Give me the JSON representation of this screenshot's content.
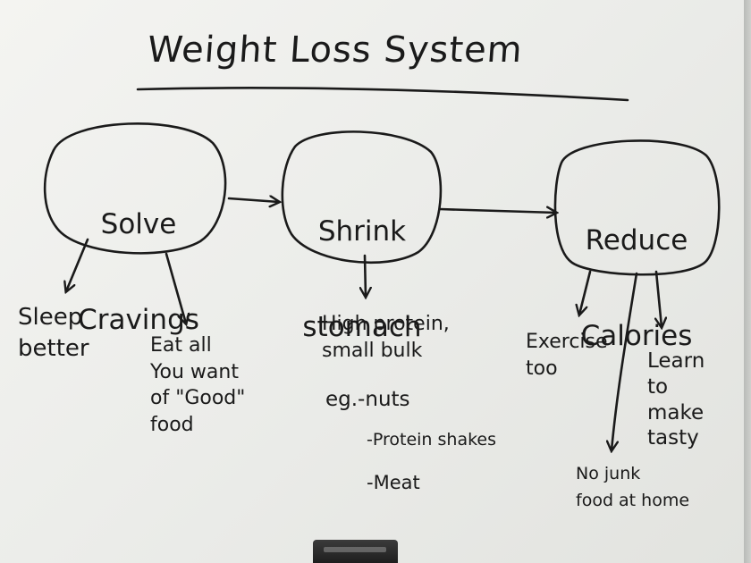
{
  "title": "Weight Loss System",
  "nodes": [
    {
      "id": "solve",
      "line1": "Solve",
      "line2": "Cravings"
    },
    {
      "id": "shrink",
      "line1": "Shrink",
      "line2": "stomach"
    },
    {
      "id": "reduce",
      "line1": "Reduce",
      "line2": "Calories"
    }
  ],
  "notes": {
    "sleep_better": "Sleep\nbetter",
    "eat_all": "Eat all\nYou want\nof \"Good\"\nfood",
    "high_protein": "High protein,\nsmall bulk",
    "eg_nuts": "eg.-nuts",
    "protein_shakes": "-Protein shakes",
    "meat": "-Meat",
    "exercise": "Exercise\ntoo",
    "learn_tasty": "Learn\nto\nmake\ntasty",
    "no_junk": "No junk\nfood at home"
  },
  "colors": {
    "ink": "#1a1a1a",
    "board": "#efefec",
    "frame": "#9ea09d"
  }
}
